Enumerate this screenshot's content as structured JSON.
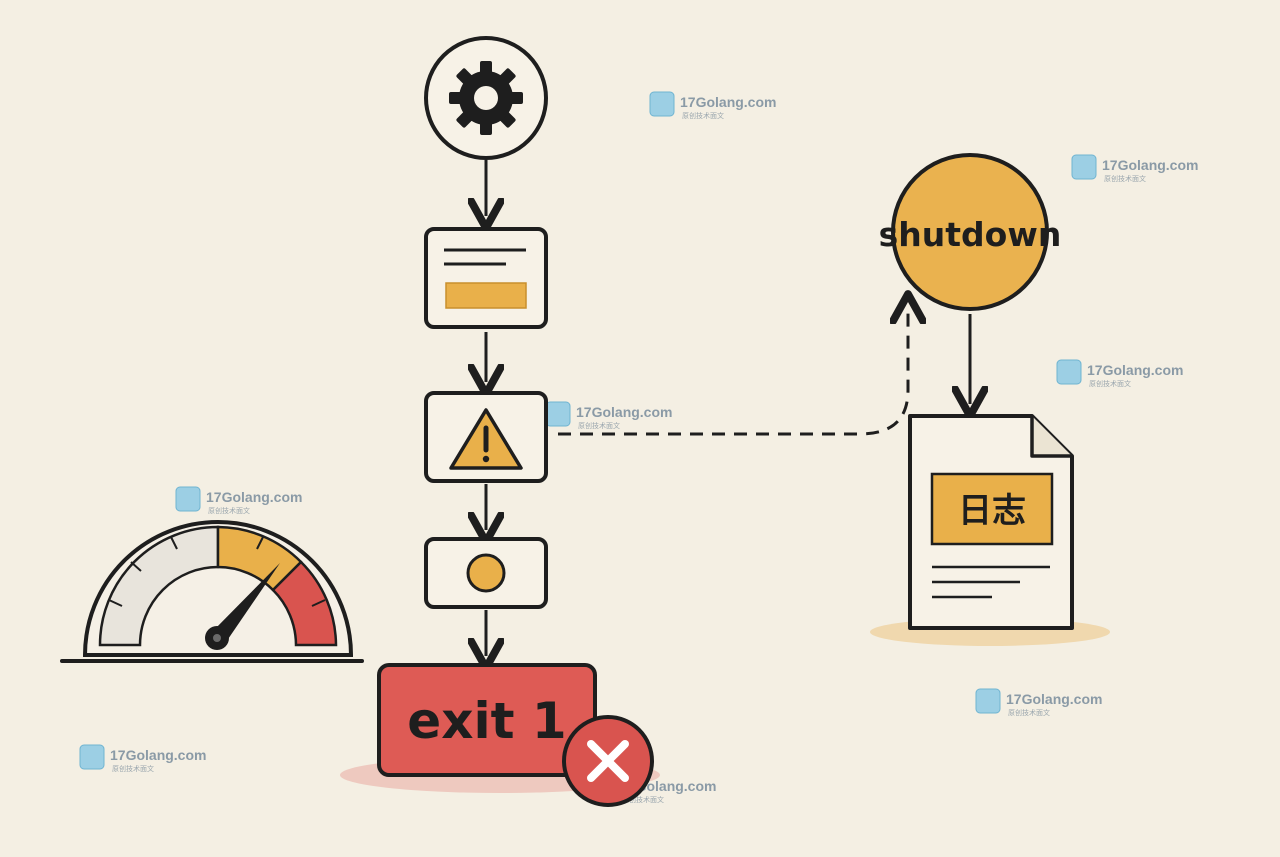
{
  "diagram": {
    "shutdown_label": "shutdown",
    "log_label": "日志",
    "exit_label": "exit 1"
  },
  "icons": {
    "gear": "gear-icon",
    "config": "config-card-icon",
    "warning": "warning-icon",
    "dot": "dot-icon",
    "error": "close-icon",
    "gauge": "gauge-icon",
    "document": "document-icon"
  },
  "colors": {
    "background": "#f4efe3",
    "accent_yellow": "#e9b04a",
    "accent_red": "#d9544f",
    "ink": "#1e1e1e"
  },
  "watermark": {
    "text": "17Golang.com",
    "sub": "原创技术面文"
  }
}
